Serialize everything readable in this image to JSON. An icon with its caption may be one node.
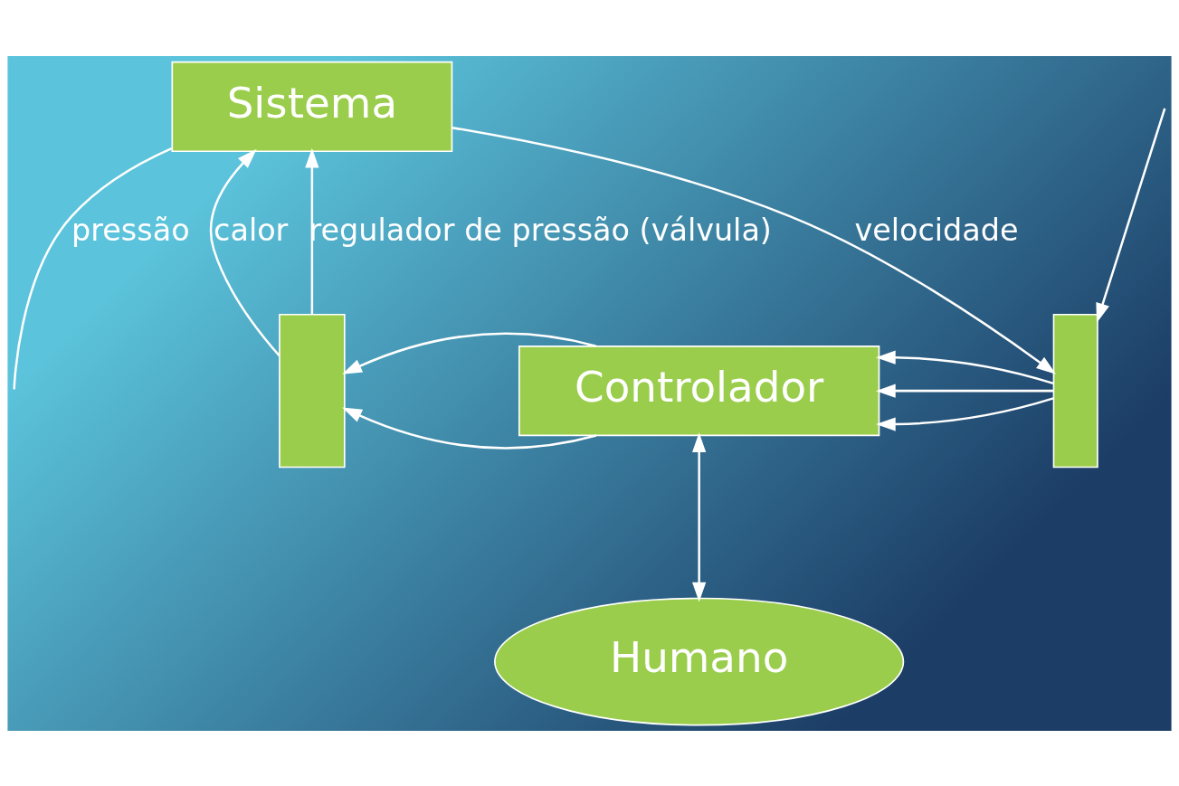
{
  "diagram": {
    "nodes": [
      {
        "text": [
          "Sistema"
        ]
      },
      {
        "text": [
          "Controlador"
        ]
      },
      {
        "text": [
          "Humano"
        ]
      },
      {
        "text": [],
        "shape": "box"
      },
      {
        "text": [],
        "shape": "box"
      }
    ],
    "edges": [
      {
        "from": 0,
        "to": null,
        "arrow": "none",
        "label": "pressão"
      },
      {
        "from": 0,
        "to": 4,
        "arrow": "to",
        "label": "velocidade"
      },
      {
        "from": null,
        "to": 4,
        "arrow": "to"
      },
      {
        "from": 4,
        "to": 1,
        "arrow": "to"
      },
      {
        "from": 4,
        "to": 1,
        "arrow": "to"
      },
      {
        "from": 4,
        "to": 1,
        "arrow": "to"
      },
      {
        "from": 1,
        "to": 3,
        "arrow": "to"
      },
      {
        "from": 1,
        "to": 3,
        "arrow": "to"
      },
      {
        "from": 3,
        "to": 0,
        "arrow": "to",
        "label": "calor"
      },
      {
        "from": 3,
        "to": 0,
        "arrow": "to",
        "label": "regulador de pressão (válvula)"
      },
      {
        "from": 1,
        "to": 2,
        "arrow": "both"
      }
    ]
  }
}
